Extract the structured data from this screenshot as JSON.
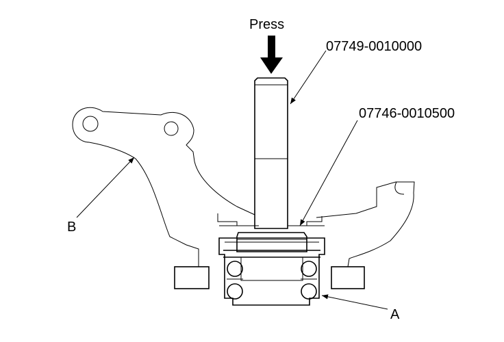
{
  "labels": {
    "press": "Press",
    "tool_upper": "07749-0010000",
    "tool_lower": "07746-0010500",
    "part_b": "B",
    "part_a": "A"
  },
  "colors": {
    "line": "#000000",
    "background": "#ffffff"
  }
}
